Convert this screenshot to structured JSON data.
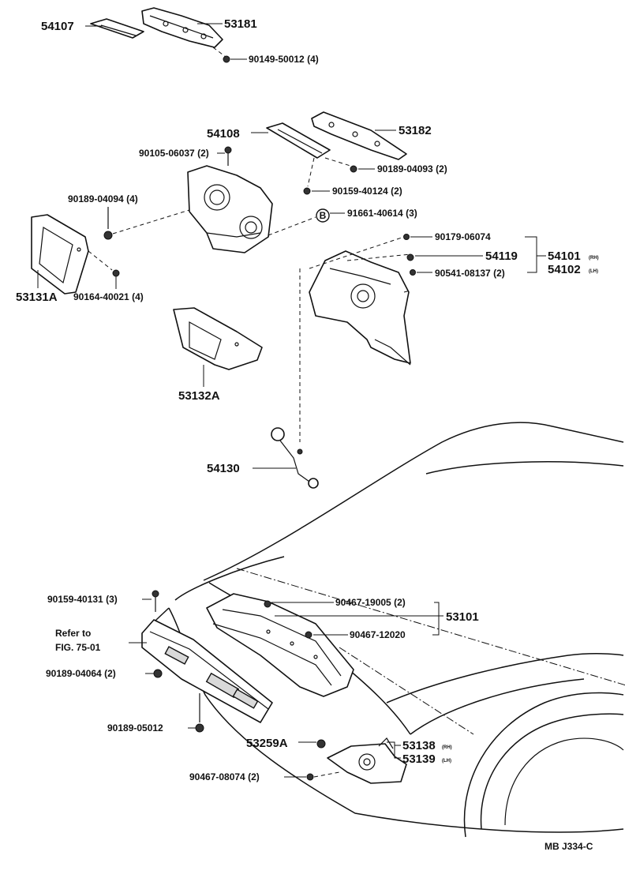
{
  "diagram": {
    "footer_code": "MB J334-C",
    "labels": [
      {
        "id": "54107",
        "text": "54107"
      },
      {
        "id": "53181",
        "text": "53181"
      },
      {
        "id": "90149-50012",
        "text": "90149-50012 (4)"
      },
      {
        "id": "54108",
        "text": "54108"
      },
      {
        "id": "53182",
        "text": "53182"
      },
      {
        "id": "90105-06037",
        "text": "90105-06037 (2)"
      },
      {
        "id": "90189-04093",
        "text": "90189-04093 (2)"
      },
      {
        "id": "90159-40124",
        "text": "90159-40124 (2)"
      },
      {
        "id": "90189-04094",
        "text": "90189-04094 (4)"
      },
      {
        "id": "91661-40614",
        "text": "91661-40614 (3)"
      },
      {
        "id": "90179-06074",
        "text": "90179-06074"
      },
      {
        "id": "54119",
        "text": "54119"
      },
      {
        "id": "54101",
        "text": "54101"
      },
      {
        "id": "54101-suffix",
        "text": "(RH)"
      },
      {
        "id": "90541-08137",
        "text": "90541-08137 (2)"
      },
      {
        "id": "54102",
        "text": "54102"
      },
      {
        "id": "54102-suffix",
        "text": "(LH)"
      },
      {
        "id": "53131A",
        "text": "53131A"
      },
      {
        "id": "90164-40021",
        "text": "90164-40021 (4)"
      },
      {
        "id": "53132A",
        "text": "53132A"
      },
      {
        "id": "54130",
        "text": "54130"
      },
      {
        "id": "90159-40131",
        "text": "90159-40131 (3)"
      },
      {
        "id": "90467-19005",
        "text": "90467-19005 (2)"
      },
      {
        "id": "53101",
        "text": "53101"
      },
      {
        "id": "refer-1",
        "text": "Refer to"
      },
      {
        "id": "refer-2",
        "text": "FIG. 75-01"
      },
      {
        "id": "90467-12020",
        "text": "90467-12020"
      },
      {
        "id": "90189-04064",
        "text": "90189-04064 (2)"
      },
      {
        "id": "90189-05012",
        "text": "90189-05012"
      },
      {
        "id": "53259A",
        "text": "53259A"
      },
      {
        "id": "53138",
        "text": "53138"
      },
      {
        "id": "53138-suffix",
        "text": "(RH)"
      },
      {
        "id": "53139",
        "text": "53139"
      },
      {
        "id": "53139-suffix",
        "text": "(LH)"
      },
      {
        "id": "90467-08074",
        "text": "90467-08074 (2)"
      }
    ],
    "circle_marker": "B"
  }
}
